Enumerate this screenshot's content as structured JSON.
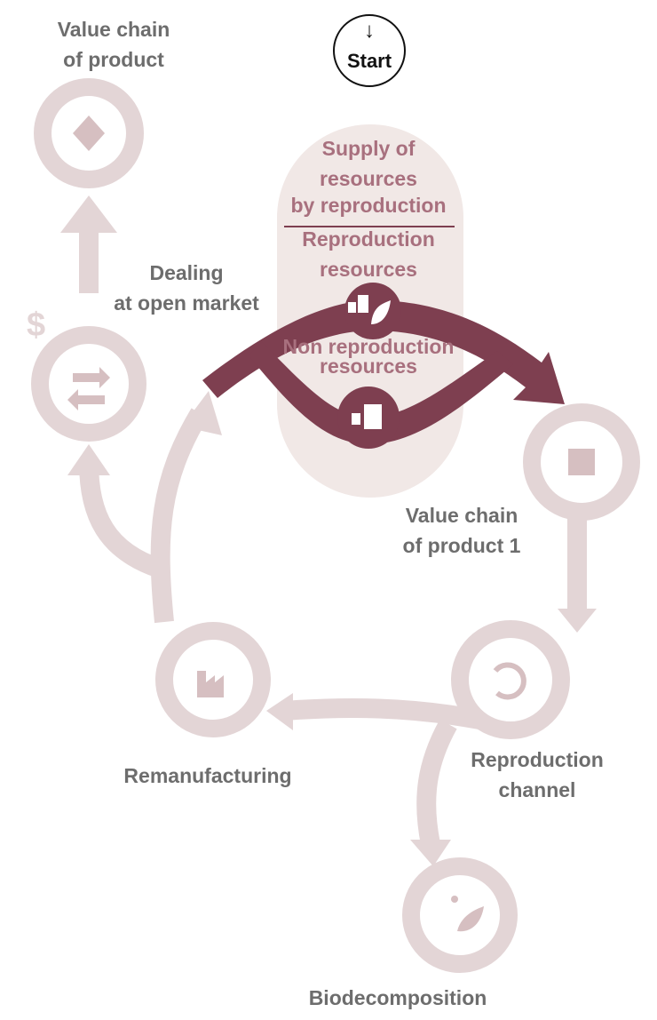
{
  "start": {
    "arrow": "↓",
    "label": "Start"
  },
  "nodes": {
    "value_chain_product": {
      "line1": "Value chain",
      "line2": "of product"
    },
    "dealing": {
      "line1": "Dealing",
      "line2": "at open market"
    },
    "value_chain_product1": {
      "line1": "Value chain",
      "line2": "of product 1"
    },
    "reproduction_channel": {
      "line1": "Reproduction",
      "line2": "channel"
    },
    "remanufacturing": {
      "label": "Remanufacturing"
    },
    "biodecomposition": {
      "label": "Biodecomposition"
    }
  },
  "supply": {
    "line1": "Supply of",
    "line2": "resources",
    "line3": "by reproduction",
    "repro1": "Reproduction",
    "repro2": "resources",
    "nonrepro1": "Non reproduction",
    "nonrepro2": "resources"
  },
  "colors": {
    "faded_ring": "#e3d5d6",
    "faded_icon": "#d6bfc1",
    "main_arrow": "#7e3f50",
    "pink_text": "#a8707e",
    "gray_text": "#6d6d6d",
    "capsule": "#f1e8e6"
  }
}
